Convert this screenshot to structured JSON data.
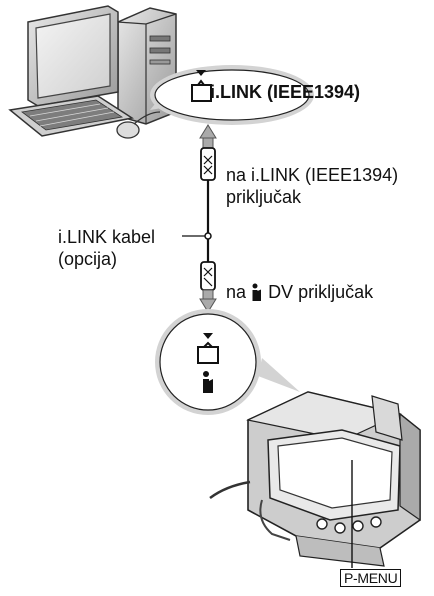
{
  "top_port_label": "i.LINK (IEEE1394)",
  "pc_connector_label": [
    "na i.LINK (IEEE1394)",
    "priključak"
  ],
  "cable_label": [
    "i.LINK kabel",
    "(opcija)"
  ],
  "camera_connector_label": {
    "prefix": "na",
    "suffix": "DV priključak"
  },
  "button_label": "P-MENU",
  "icons": [
    "desktop-computer",
    "i-link-port-icon",
    "camcorder"
  ]
}
